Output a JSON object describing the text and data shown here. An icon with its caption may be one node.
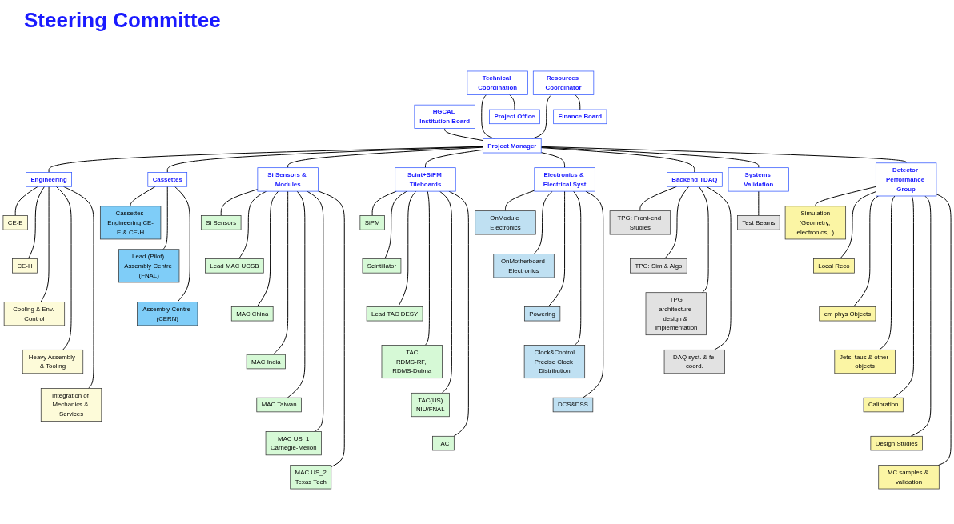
{
  "diagram": {
    "title": "Steering Committee",
    "nodes": [
      {
        "text": [
          "HGCAL Institution Board"
        ]
      },
      {
        "text": [
          "Technical Coordination"
        ]
      },
      {
        "text": [
          "Project Manager"
        ]
      },
      {
        "text": [
          "Resources Coordinator"
        ]
      },
      {
        "text": [
          "Project Office"
        ]
      },
      {
        "text": [
          "Finance Board"
        ]
      },
      {
        "text": [
          "Engineering"
        ]
      },
      {
        "text": [
          "CE-E"
        ]
      },
      {
        "text": [
          "CE-H"
        ]
      },
      {
        "text": [
          "Cooling & Env. Control"
        ]
      },
      {
        "text": [
          "Heavy Assembly & Tooling"
        ]
      },
      {
        "text": [
          "Integration of Mechanics & Services"
        ]
      },
      {
        "text": [
          "Cassettes"
        ]
      },
      {
        "text": [
          "Cassettes Engineering CE-E & CE-H"
        ]
      },
      {
        "text": [
          "Lead (Pilot) Assembly Centre (FNAL)"
        ]
      },
      {
        "text": [
          "Assembly Centre (CERN)"
        ]
      },
      {
        "text": [
          "Si Sensors & Modules"
        ]
      },
      {
        "text": [
          "Si Sensors"
        ]
      },
      {
        "text": [
          "Lead MAC UCSB"
        ]
      },
      {
        "text": [
          "MAC China"
        ]
      },
      {
        "text": [
          "MAC India"
        ]
      },
      {
        "text": [
          "MAC Taiwan"
        ]
      },
      {
        "text": [
          "MAC US_1",
          "Carnegie-Mellon"
        ]
      },
      {
        "text": [
          "MAC US_2",
          "Texas Tech"
        ]
      },
      {
        "text": [
          "Scint+SiPM Tileboards"
        ]
      },
      {
        "text": [
          "SiPM"
        ]
      },
      {
        "text": [
          "Scintillator"
        ]
      },
      {
        "text": [
          "Lead TAC DESY"
        ]
      },
      {
        "text": [
          "TAC",
          "RDMS-RF, RDMS-Dubna"
        ]
      },
      {
        "text": [
          "TAC(US)",
          "NIU/FNAL"
        ]
      },
      {
        "text": [
          "TAC"
        ]
      },
      {
        "text": [
          "Electronics & Electrical Syst"
        ]
      },
      {
        "text": [
          "OnModule Electronics"
        ]
      },
      {
        "text": [
          "OnMotherboard Electronics"
        ]
      },
      {
        "text": [
          "Powering"
        ]
      },
      {
        "text": [
          "Clock&Control",
          "Precise Clock Distribution"
        ]
      },
      {
        "text": [
          "DCS&DSS"
        ]
      },
      {
        "text": [
          "Backend TDAQ"
        ]
      },
      {
        "text": [
          "TPG: Front-end Studies"
        ]
      },
      {
        "text": [
          "TPG: Sim & Algo"
        ]
      },
      {
        "text": [
          "TPG",
          "architecture design & implementation"
        ]
      },
      {
        "text": [
          "DAQ syst. & fe coord."
        ]
      },
      {
        "text": [
          "Systems Validation"
        ]
      },
      {
        "text": [
          "Test Beams"
        ]
      },
      {
        "text": [
          "Detector Performance Group"
        ]
      },
      {
        "text": [
          "Simulation",
          "(Geometry, electronics,..)"
        ]
      },
      {
        "text": [
          "Local Reco"
        ]
      },
      {
        "text": [
          "em phys Objects"
        ]
      },
      {
        "text": [
          "Jets, taus & other objects"
        ]
      },
      {
        "text": [
          "Calibration"
        ]
      },
      {
        "text": [
          "Design Studies"
        ]
      },
      {
        "text": [
          "MC samples & validation"
        ]
      }
    ],
    "edges": [
      {
        "from": 0,
        "to": 2,
        "arrow": "none"
      },
      {
        "from": 1,
        "to": 2,
        "arrow": "none"
      },
      {
        "from": 3,
        "to": 2,
        "arrow": "none"
      },
      {
        "from": 1,
        "to": 4,
        "arrow": "none"
      },
      {
        "from": 3,
        "to": 5,
        "arrow": "none"
      },
      {
        "from": 2,
        "to": 6,
        "arrow": "none"
      },
      {
        "from": 2,
        "to": 12,
        "arrow": "none"
      },
      {
        "from": 2,
        "to": 16,
        "arrow": "none"
      },
      {
        "from": 2,
        "to": 24,
        "arrow": "none"
      },
      {
        "from": 2,
        "to": 31,
        "arrow": "none"
      },
      {
        "from": 2,
        "to": 37,
        "arrow": "none"
      },
      {
        "from": 2,
        "to": 42,
        "arrow": "none"
      },
      {
        "from": 2,
        "to": 44,
        "arrow": "none"
      },
      {
        "from": 6,
        "to": 7,
        "arrow": "none"
      },
      {
        "from": 6,
        "to": 8,
        "arrow": "none"
      },
      {
        "from": 6,
        "to": 9,
        "arrow": "none"
      },
      {
        "from": 6,
        "to": 10,
        "arrow": "none"
      },
      {
        "from": 6,
        "to": 11,
        "arrow": "none"
      },
      {
        "from": 12,
        "to": 13,
        "arrow": "none"
      },
      {
        "from": 12,
        "to": 14,
        "arrow": "none"
      },
      {
        "from": 12,
        "to": 15,
        "arrow": "none"
      },
      {
        "from": 16,
        "to": 17,
        "arrow": "none"
      },
      {
        "from": 16,
        "to": 18,
        "arrow": "none"
      },
      {
        "from": 16,
        "to": 19,
        "arrow": "none"
      },
      {
        "from": 16,
        "to": 20,
        "arrow": "none"
      },
      {
        "from": 16,
        "to": 21,
        "arrow": "none"
      },
      {
        "from": 16,
        "to": 22,
        "arrow": "none"
      },
      {
        "from": 16,
        "to": 23,
        "arrow": "none"
      },
      {
        "from": 24,
        "to": 25,
        "arrow": "none"
      },
      {
        "from": 24,
        "to": 26,
        "arrow": "none"
      },
      {
        "from": 24,
        "to": 27,
        "arrow": "none"
      },
      {
        "from": 24,
        "to": 28,
        "arrow": "none"
      },
      {
        "from": 24,
        "to": 29,
        "arrow": "none"
      },
      {
        "from": 24,
        "to": 30,
        "arrow": "none"
      },
      {
        "from": 31,
        "to": 32,
        "arrow": "none"
      },
      {
        "from": 31,
        "to": 33,
        "arrow": "none"
      },
      {
        "from": 31,
        "to": 34,
        "arrow": "none"
      },
      {
        "from": 31,
        "to": 35,
        "arrow": "none"
      },
      {
        "from": 31,
        "to": 36,
        "arrow": "none"
      },
      {
        "from": 37,
        "to": 38,
        "arrow": "none"
      },
      {
        "from": 37,
        "to": 39,
        "arrow": "none"
      },
      {
        "from": 37,
        "to": 40,
        "arrow": "none"
      },
      {
        "from": 37,
        "to": 41,
        "arrow": "none"
      },
      {
        "from": 42,
        "to": 43,
        "arrow": "none"
      },
      {
        "from": 44,
        "to": 45,
        "arrow": "none"
      },
      {
        "from": 44,
        "to": 46,
        "arrow": "none"
      },
      {
        "from": 44,
        "to": 47,
        "arrow": "none"
      },
      {
        "from": 44,
        "to": 48,
        "arrow": "none"
      },
      {
        "from": 44,
        "to": 49,
        "arrow": "none"
      },
      {
        "from": 44,
        "to": 50,
        "arrow": "none"
      },
      {
        "from": 44,
        "to": 51,
        "arrow": "none"
      }
    ]
  }
}
